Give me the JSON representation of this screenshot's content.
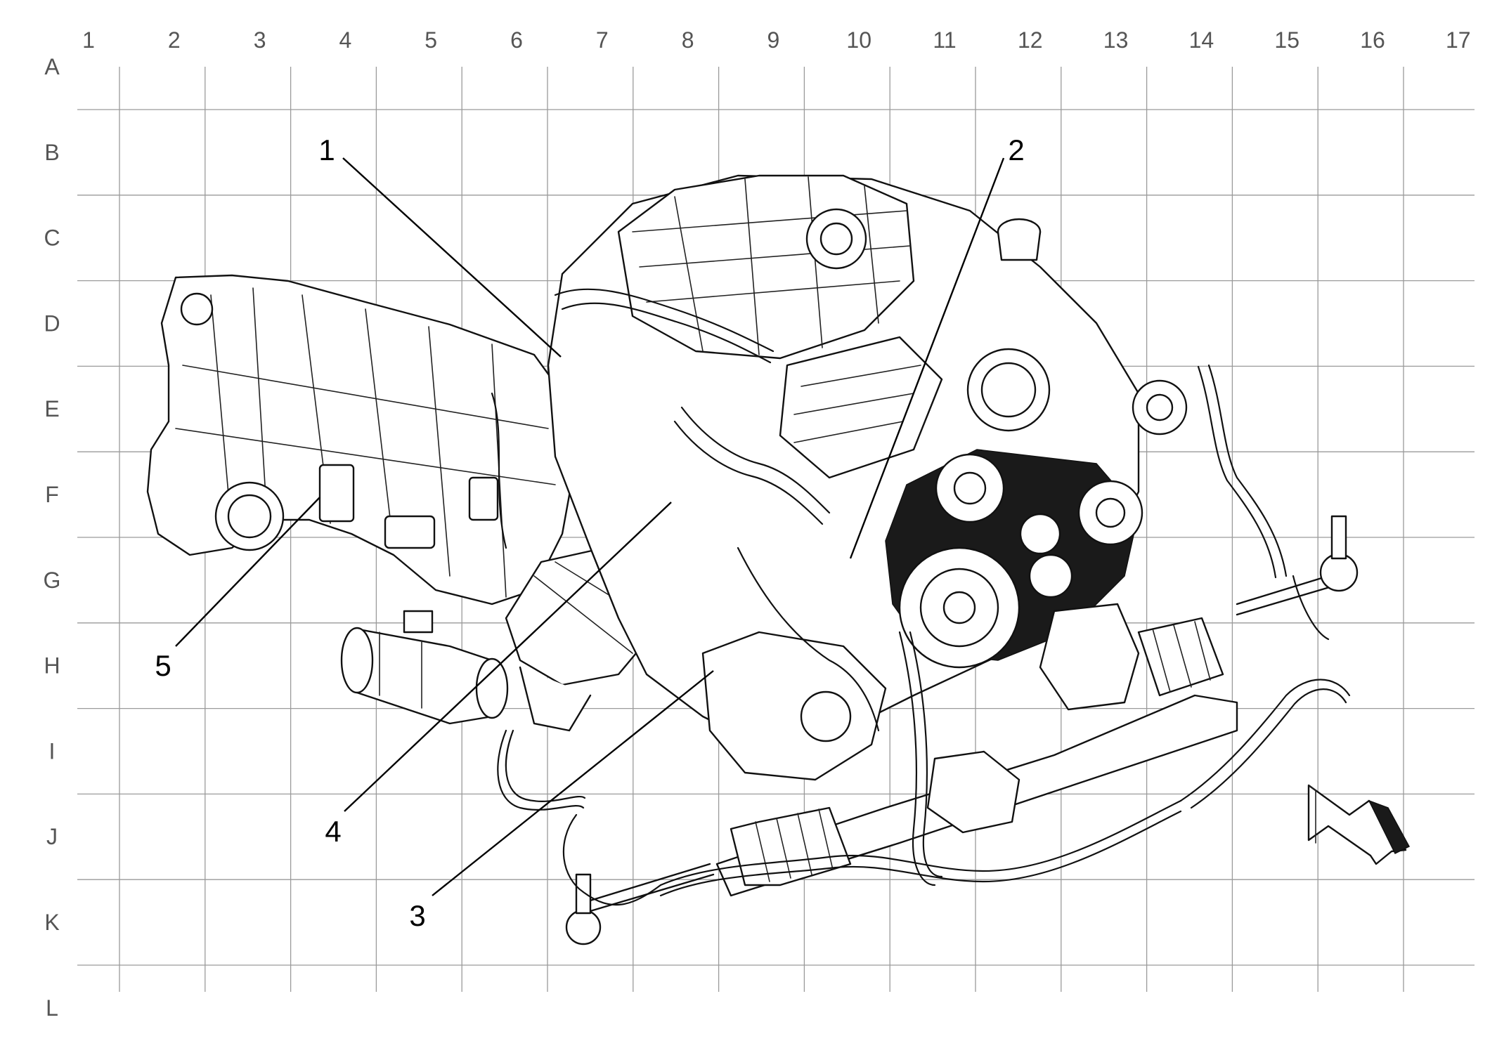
{
  "grid": {
    "columns": [
      "1",
      "2",
      "3",
      "4",
      "5",
      "6",
      "7",
      "8",
      "9",
      "10",
      "11",
      "12",
      "13",
      "14",
      "15",
      "16",
      "17"
    ],
    "rows": [
      "A",
      "B",
      "C",
      "D",
      "E",
      "F",
      "G",
      "H",
      "I",
      "J",
      "K",
      "L"
    ]
  },
  "callouts": [
    {
      "id": "1",
      "label": "1"
    },
    {
      "id": "2",
      "label": "2"
    },
    {
      "id": "3",
      "label": "3"
    },
    {
      "id": "4",
      "label": "4"
    },
    {
      "id": "5",
      "label": "5"
    }
  ],
  "icons": {
    "direction_arrow": "front-direction-arrow-icon"
  }
}
